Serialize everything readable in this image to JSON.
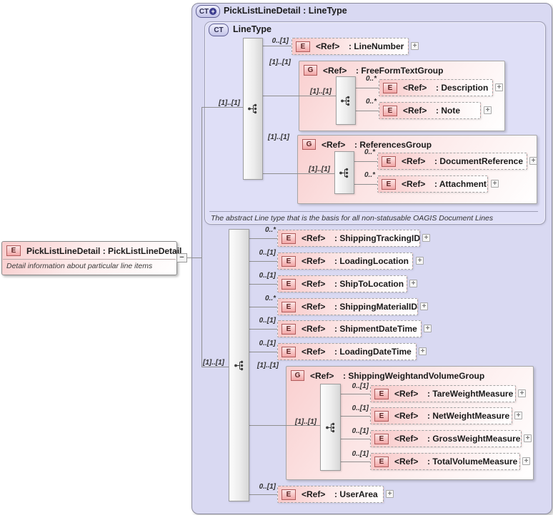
{
  "outer_panel": {
    "badge": "CT",
    "title": "PickListLineDetail : LineType"
  },
  "inner_panel": {
    "badge": "CT",
    "title": "LineType",
    "annotation": "The abstract Line type that is the basis for all non-statusable OAGIS Document Lines"
  },
  "source": {
    "badge": "E",
    "title": "PickListLineDetail : PickListLineDetail",
    "annotation": "Detail information about particular line items"
  },
  "glyphs": {
    "e": "E",
    "g": "G",
    "ct": "CT",
    "ref": "<Ref>",
    "plus": "+",
    "minus": "−"
  },
  "colors": {
    "panel_fill": "#d9d9f2",
    "inner_panel_fill": "#dfdff7",
    "element_pink": "#f8c9c9",
    "badge_border": "#b05c5c",
    "connector": "#8f8f8f"
  },
  "nodes": {
    "seq_top": {
      "card": "[1]..[1]"
    },
    "line_number": {
      "card": "0..[1]",
      "ref": "<Ref>",
      "name": ": LineNumber"
    },
    "free_form_text_group": {
      "card": "[1]..[1]",
      "inner_card": "[1]..[1]",
      "ref": "<Ref>",
      "name": ": FreeFormTextGroup"
    },
    "description": {
      "card": "0..*",
      "ref": "<Ref>",
      "name": ": Description"
    },
    "note": {
      "card": "0..*",
      "ref": "<Ref>",
      "name": ": Note"
    },
    "references_group": {
      "card": "[1]..[1]",
      "inner_card": "[1]..[1]",
      "ref": "<Ref>",
      "name": ": ReferencesGroup"
    },
    "document_reference": {
      "card": "0..*",
      "ref": "<Ref>",
      "name": ": DocumentReference"
    },
    "attachment": {
      "card": "0..*",
      "ref": "<Ref>",
      "name": ": Attachment"
    },
    "seq_bottom": {
      "card": "[1]..[1]"
    },
    "shipping_tracking_id": {
      "card": "0..*",
      "ref": "<Ref>",
      "name": ": ShippingTrackingID"
    },
    "loading_location": {
      "card": "0..[1]",
      "ref": "<Ref>",
      "name": ": LoadingLocation"
    },
    "ship_to_location": {
      "card": "0..[1]",
      "ref": "<Ref>",
      "name": ": ShipToLocation"
    },
    "shipping_material_id": {
      "card": "0..*",
      "ref": "<Ref>",
      "name": ": ShippingMaterialID"
    },
    "shipment_date_time": {
      "card": "0..[1]",
      "ref": "<Ref>",
      "name": ": ShipmentDateTime"
    },
    "loading_date_time": {
      "card": "0..[1]",
      "ref": "<Ref>",
      "name": ": LoadingDateTime"
    },
    "shipping_weight_and_volume_group": {
      "card": "[1]..[1]",
      "inner_card": "[1]..[1]",
      "ref": "<Ref>",
      "name": ": ShippingWeightandVolumeGroup"
    },
    "tare_weight_measure": {
      "card": "0..[1]",
      "ref": "<Ref>",
      "name": ": TareWeightMeasure"
    },
    "net_weight_measure": {
      "card": "0..[1]",
      "ref": "<Ref>",
      "name": ": NetWeightMeasure"
    },
    "gross_weight_measure": {
      "card": "0..[1]",
      "ref": "<Ref>",
      "name": ": GrossWeightMeasure"
    },
    "total_volume_measure": {
      "card": "0..[1]",
      "ref": "<Ref>",
      "name": ": TotalVolumeMeasure"
    },
    "user_area": {
      "card": "0..[1]",
      "ref": "<Ref>",
      "name": ": UserArea"
    }
  }
}
